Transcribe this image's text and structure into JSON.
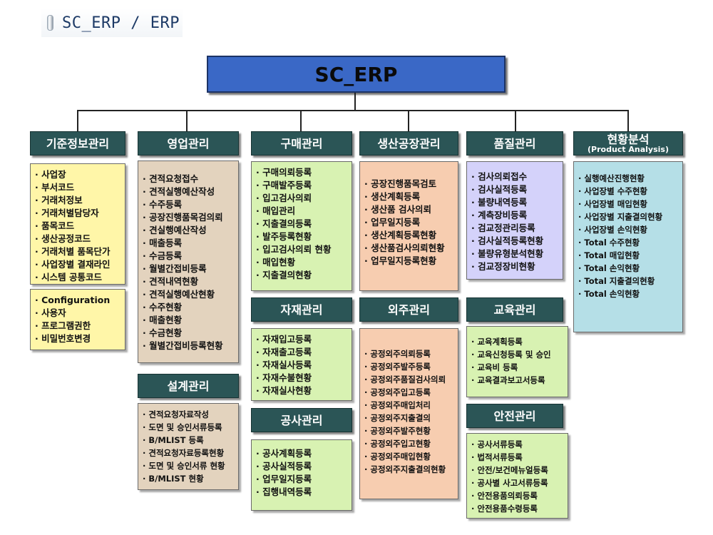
{
  "logo": {
    "text": "SC_ERP / ERP"
  },
  "root": {
    "title": "SC_ERP"
  },
  "headers": {
    "master": "기준정보관리",
    "sales": "영업관리",
    "purchase": "구매관리",
    "production": "생산공장관리",
    "quality": "품질관리",
    "analysis": "현황분석",
    "analysis_sub": "(Product Analysis)",
    "material": "자재관리",
    "outsource": "외주관리",
    "education": "교육관리",
    "design": "설계관리",
    "construction": "공사관리",
    "safety": "안전관리"
  },
  "lists": {
    "master": [
      "· 사업장",
      "· 부서코드",
      "· 거래처정보",
      "· 거래처별담당자",
      "· 품목코드",
      "· 생산공정코드",
      "· 거래처별 품목단가",
      "· 사업장별 결재라인",
      "· 시스템 공통코드"
    ],
    "system": [
      "· Configuration",
      "· 사용자",
      "· 프로그램권한",
      "· 비밀번호변경"
    ],
    "sales": [
      "· 견적요청접수",
      "· 견적실행예산작성",
      "· 수주등록",
      "· 공장진행품목검의뢰",
      "· 견실행예산작성",
      "· 매출등록",
      "· 수금등록",
      "· 월별간접비등록",
      "· 견적내역현황",
      "· 견적실행예산현황",
      "· 수주현황",
      "· 매출현황",
      "· 수금현황",
      "· 월별간접비등록현황"
    ],
    "design": [
      "· 견적요청자료작성",
      "· 도면 및 승인서류등록",
      "· B/MLIST 등록",
      "· 견적요청자료등록현황",
      "· 도면 및 승인서류 현황",
      "· B/MLIST 현황"
    ],
    "purchase": [
      "· 구매의뢰등록",
      "· 구매발주등록",
      "· 입고검사의뢰",
      "· 매입관리",
      "· 지출결의등록",
      "· 발주등록현황",
      "· 입고검사의뢰 현황",
      "· 매입현황",
      "· 지출결의현황"
    ],
    "material": [
      "· 자재입고등록",
      "· 자재출고등록",
      "· 자재실사등록",
      "· 자재수불현황",
      "· 자재실사현황"
    ],
    "construction": [
      "· 공사계획등록",
      "· 공사실적등록",
      "· 업무일지등록",
      "· 집행내역등록"
    ],
    "production": [
      "· 공장진행품목검토",
      "· 생산계획등록",
      "· 생산품 검사의뢰",
      "· 업무일지등록",
      "· 생산계획등록현황",
      "· 생산품검사의뢰현황",
      "· 업무일지등록현황"
    ],
    "outsource": [
      "· 공정외주의뢰등록",
      "· 공정외주발주등록",
      "· 공정외주품질검사의뢰",
      "· 공정외주입고등록",
      "· 공정외주매입처리",
      "· 공정외주지출결의",
      "· 공정외주발주현황",
      "· 공정외주입고현황",
      "· 공정외주매입현황",
      "· 공정외주지출결의현황"
    ],
    "quality": [
      "· 검사의뢰접수",
      "· 검사실적등록",
      "· 불량내역등록",
      "· 계측장비등록",
      "· 검교정관리등록",
      "· 검사실적등록현황",
      "· 불량유형분석현황",
      "· 검교정장비현황"
    ],
    "education": [
      "· 교육계획등록",
      "· 교육신청등록 및 승인",
      "· 교육비 등록",
      "· 교육결과보고서등록"
    ],
    "safety": [
      "· 공사서류등록",
      "· 법적서류등록",
      "· 안전/보건메뉴얼등록",
      "· 공사별 사고서류등록",
      "· 안전용품의뢰등록",
      "· 안전용품수령등록"
    ],
    "analysis": [
      "· 실행예산진행현황",
      "· 사업장별 수주현황",
      "· 사업장별 매입현황",
      "· 사업장별 지출결의현황",
      "· 사업장별 손익현황",
      "· Total 수주현황",
      "· Total 매입현황",
      "· Total 손익현황",
      "· Total 지출결의현황",
      "· Total 손익현황"
    ]
  },
  "colors": {
    "root": "#3a68c6",
    "header": "#2b5556",
    "master": "#fff6a8",
    "sales": "#e3d3be",
    "purchase": "#d8f2b2",
    "production": "#f7cdb0",
    "quality": "#d4d2fa",
    "analysis": "#b5dfe7"
  }
}
